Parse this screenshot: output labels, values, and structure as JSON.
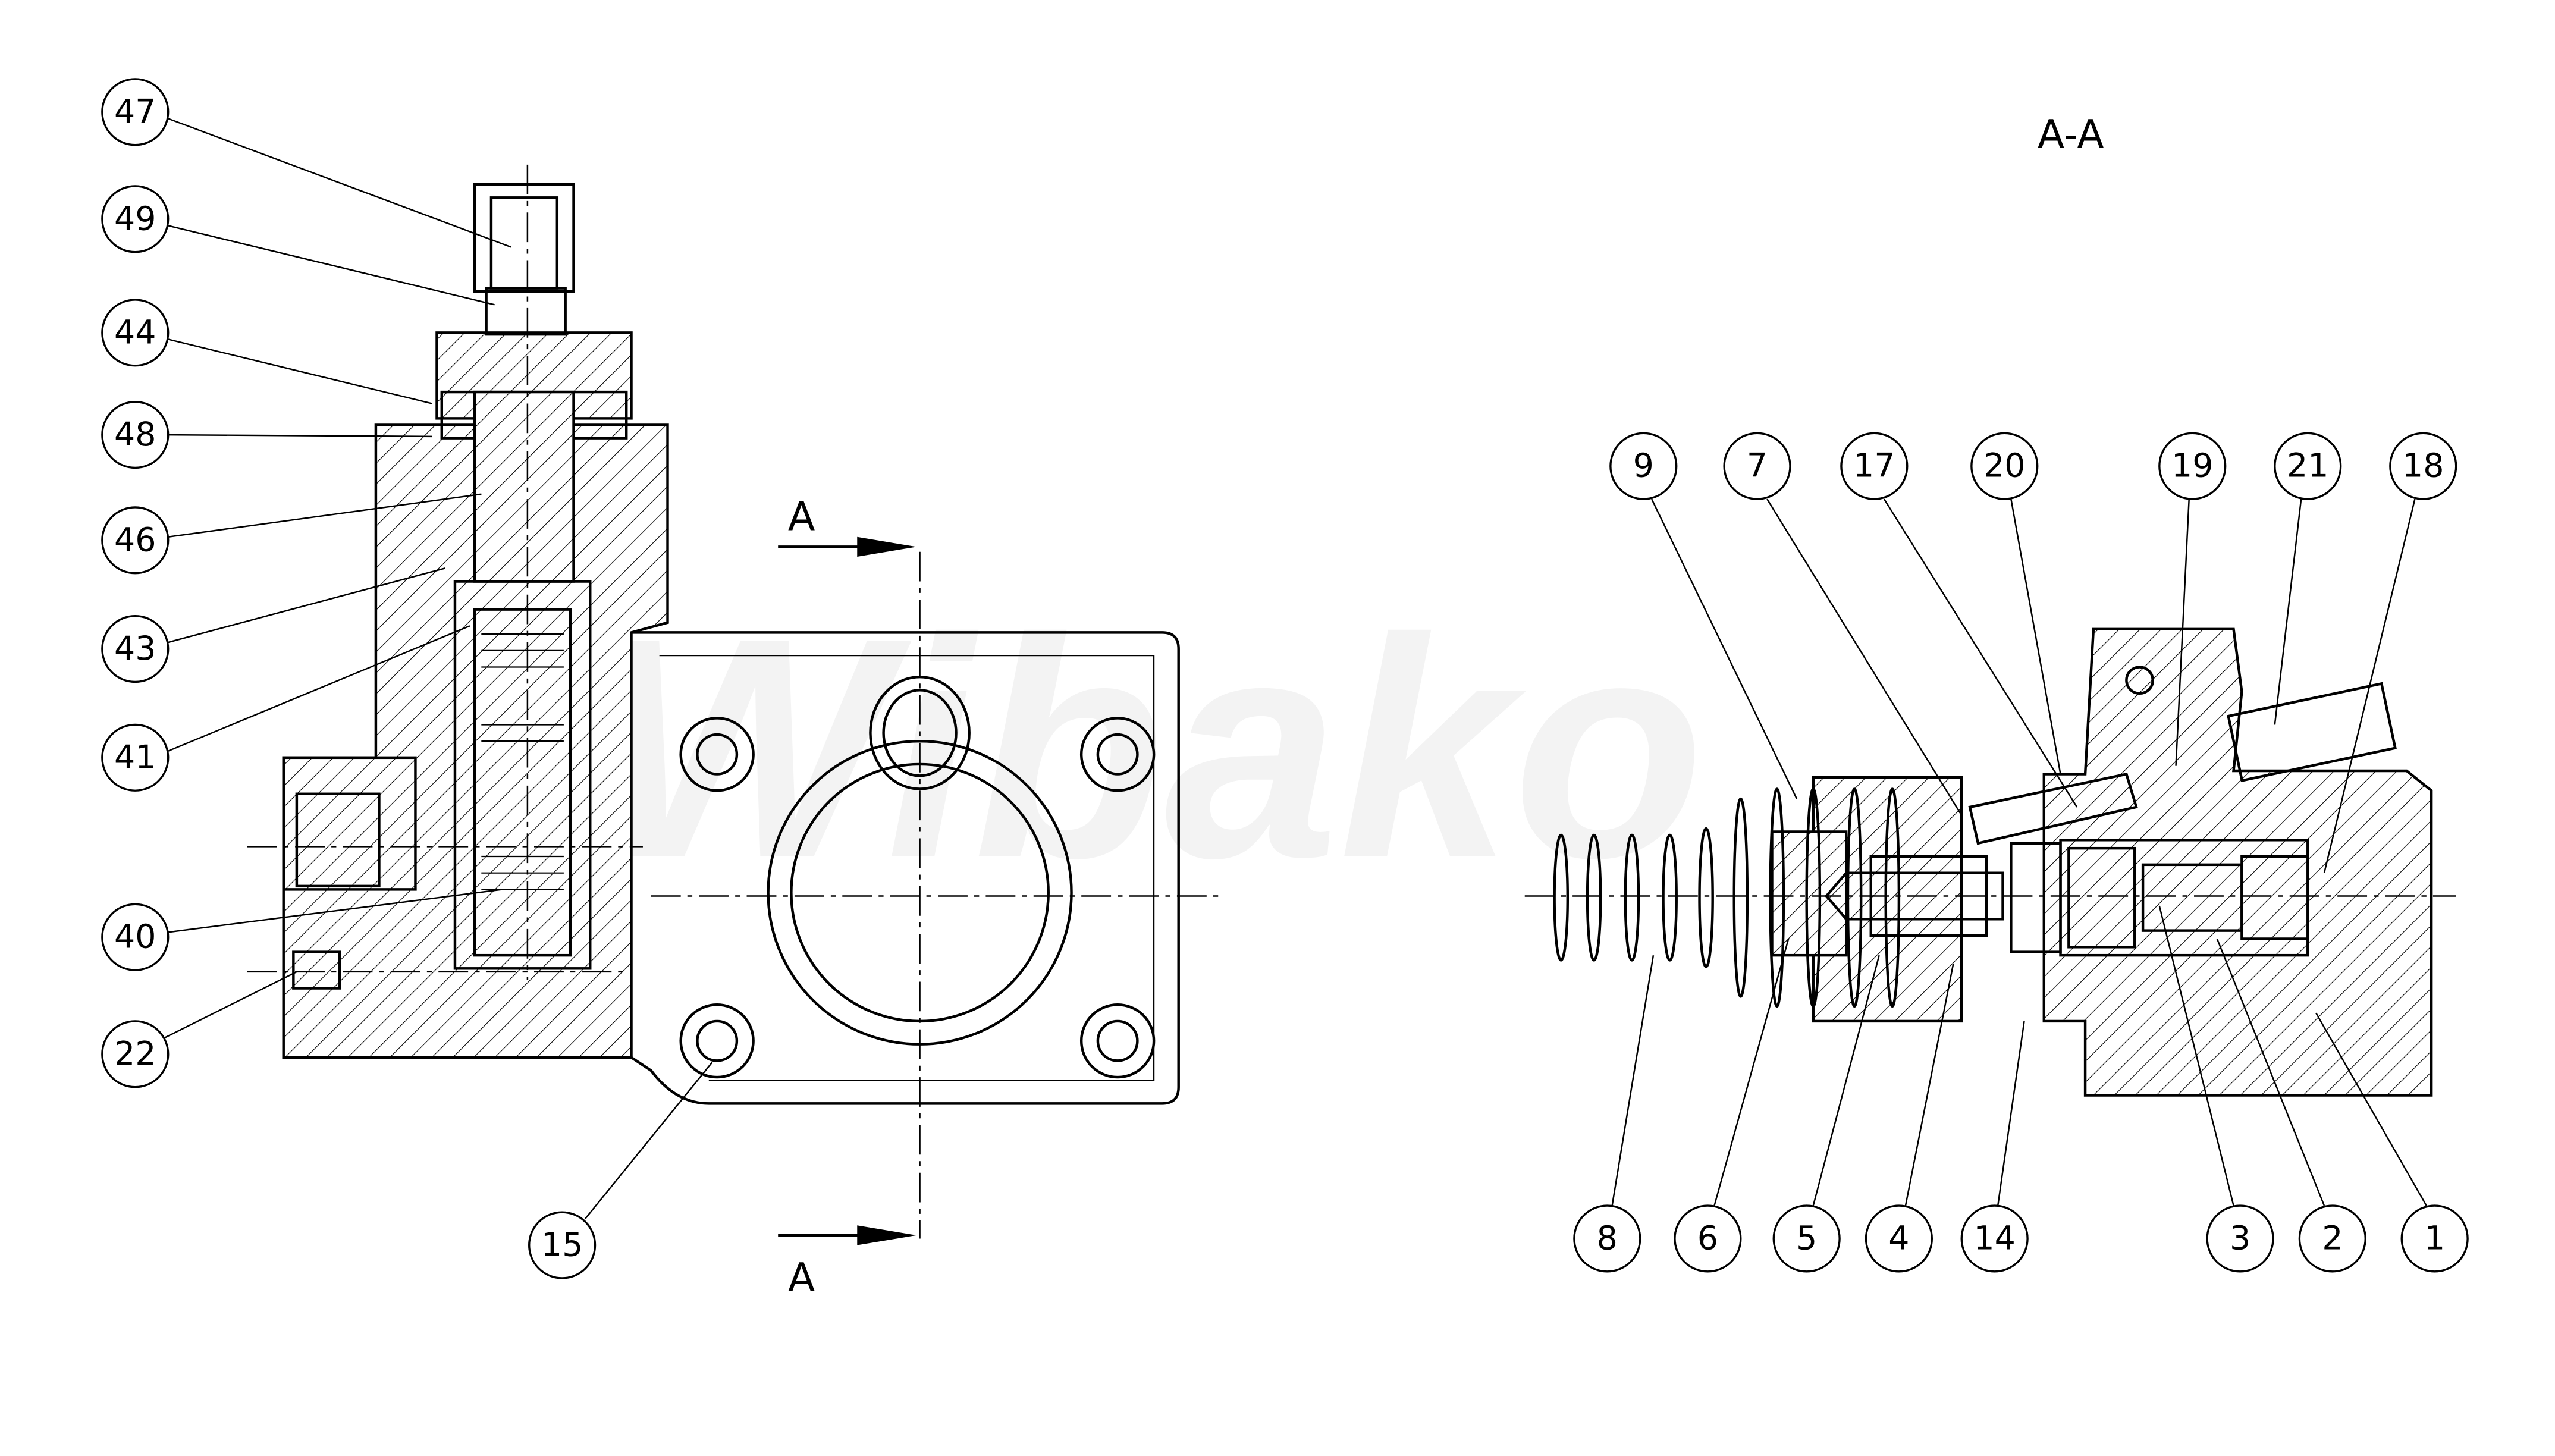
{
  "watermark": "Wibako",
  "section_view_title": "A-A",
  "section_marker_top": "A",
  "section_marker_bottom": "A",
  "left_view_balloons": [
    "47",
    "49",
    "44",
    "48",
    "46",
    "43",
    "41",
    "40",
    "22",
    "15"
  ],
  "section_view_top_balloons": [
    "9",
    "7",
    "17",
    "20",
    "19",
    "21",
    "18"
  ],
  "section_view_bottom_balloons": [
    "8",
    "6",
    "5",
    "4",
    "14",
    "3",
    "2",
    "1"
  ]
}
